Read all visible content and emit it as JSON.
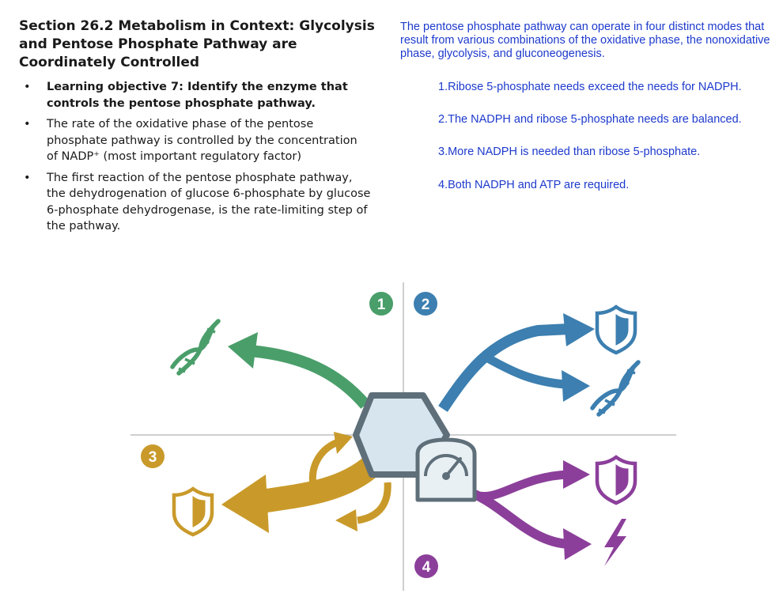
{
  "slide": {
    "title": "Section 26.2 Metabolism in Context: Glycolysis and Pentose Phosphate Pathway are Coordinately Controlled",
    "bullets": [
      {
        "text": "Learning objective 7: Identify the enzyme that controls the pentose phosphate pathway.",
        "bold": true
      },
      {
        "text": "The rate of the oxidative phase of the pentose phosphate pathway is controlled by the concentration of NADP⁺ (most important regulatory factor)",
        "bold": false
      },
      {
        "text": "The first reaction of the pentose phosphate pathway, the dehydrogenation of glucose 6-phosphate by glucose 6-phosphate dehydrogenase, is the rate-limiting step of the pathway.",
        "bold": false
      }
    ],
    "bullet_char": "•",
    "intro": "The pentose phosphate pathway can operate in four distinct modes that result from various combinations of the oxidative phase, the nonoxidative phase, glycolysis, and gluconeogenesis.",
    "modes": [
      "1.Ribose 5-phosphate needs exceed the needs for NADPH.",
      "2.The NADPH and ribose 5-phosphate needs are balanced.",
      "3.More NADPH is needed than ribose 5-phosphate.",
      "4.Both NADPH and ATP are required."
    ]
  },
  "diagram": {
    "quadrant_numbers": [
      "1",
      "2",
      "3",
      "4"
    ],
    "colors": {
      "mode1": "#4a9e6a",
      "mode2": "#3c7fb0",
      "mode3": "#c99a2a",
      "mode4": "#8b3f9a",
      "hexagon_fill": "#d7e6ee",
      "hexagon_stroke": "#5f6f7a",
      "axis": "#bfbfbf",
      "text_blue": "#1d3acc"
    },
    "icons": {
      "mode1": [
        "dna-icon"
      ],
      "mode2": [
        "shield-icon",
        "dna-icon"
      ],
      "mode3": [
        "shield-icon",
        "cycle-arrows-icon"
      ],
      "mode4": [
        "shield-icon",
        "lightning-bolt-icon"
      ],
      "center": [
        "hexagon-icon",
        "gauge-icon"
      ]
    }
  }
}
